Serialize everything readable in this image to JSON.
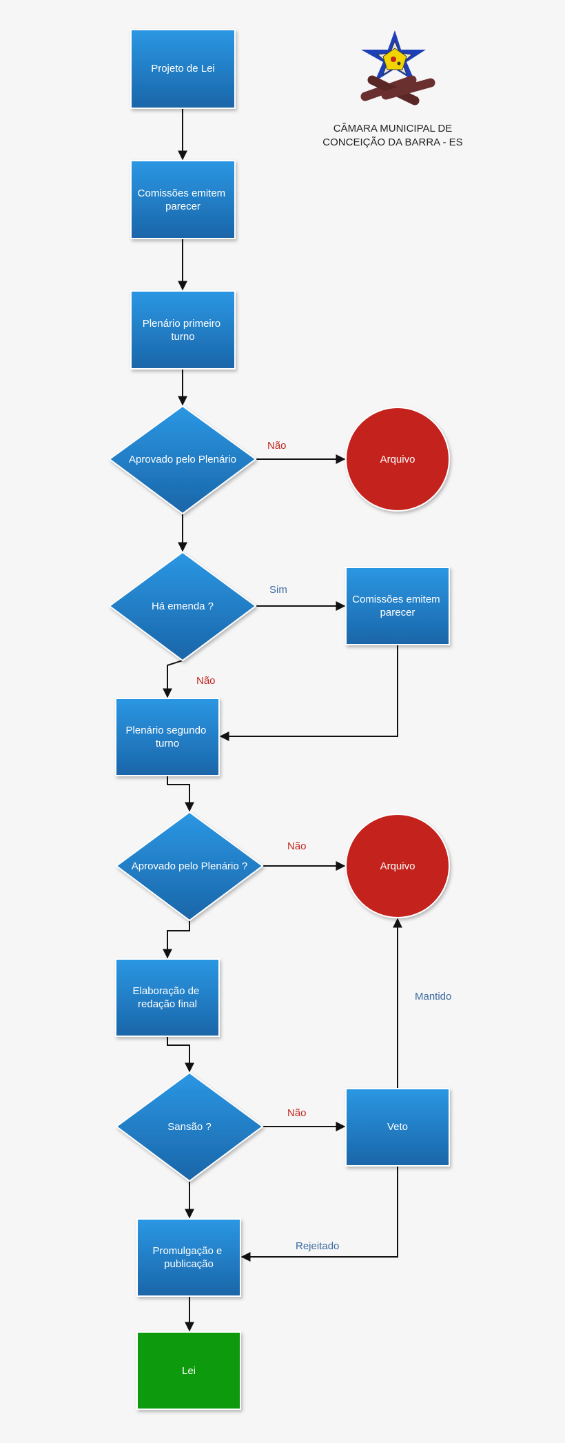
{
  "header": {
    "org_line1": "CÂMARA MUNICIPAL DE",
    "org_line2": "CONCEIÇÃO DA BARRA - ES"
  },
  "colors": {
    "process_top": "#2b97e3",
    "process_bottom": "#1a65a8",
    "terminal_red": "#c4221f",
    "terminal_green": "#0a9a0a",
    "connector": "#111111",
    "label_no": "#c0261e",
    "label_other": "#3c6aa0"
  },
  "nodes": {
    "projeto": {
      "lines": [
        "Projeto de Lei"
      ]
    },
    "comissoes1": {
      "lines": [
        "Comissões emitem",
        "parecer"
      ]
    },
    "plenario1": {
      "lines": [
        "Plenário primeiro",
        "turno"
      ]
    },
    "aprovado1": {
      "lines": [
        "Aprovado pelo Plenário"
      ]
    },
    "arquivo1": {
      "lines": [
        "Arquivo"
      ]
    },
    "emenda": {
      "lines": [
        "Há emenda ?"
      ]
    },
    "comissoes2": {
      "lines": [
        "Comissões emitem",
        "parecer"
      ]
    },
    "plenario2": {
      "lines": [
        "Plenário segundo",
        "turno"
      ]
    },
    "aprovado2": {
      "lines": [
        "Aprovado pelo Plenário ?"
      ]
    },
    "arquivo2": {
      "lines": [
        "Arquivo"
      ]
    },
    "redacao": {
      "lines": [
        "Elaboração de",
        "redação final"
      ]
    },
    "sansao": {
      "lines": [
        "Sansão ?"
      ]
    },
    "veto": {
      "lines": [
        "Veto"
      ]
    },
    "promulgacao": {
      "lines": [
        "Promulgação e",
        "publicação"
      ]
    },
    "lei": {
      "lines": [
        "Lei"
      ]
    }
  },
  "edge_labels": {
    "nao1": "Não",
    "sim": "Sim",
    "nao2": "Não",
    "nao3": "Não",
    "mantido": "Mantido",
    "nao4": "Não",
    "rejeitado": "Rejeitado"
  }
}
